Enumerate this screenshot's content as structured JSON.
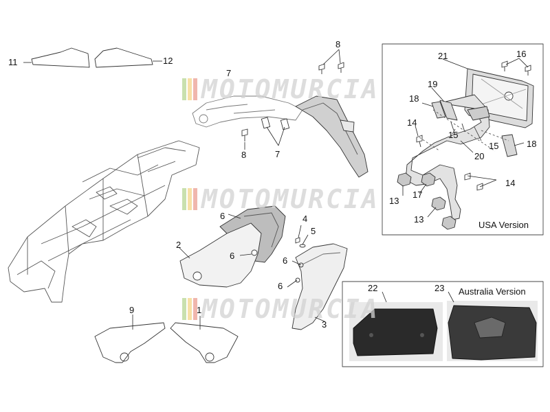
{
  "watermark": {
    "text": "MOTOMURCIA",
    "colors": [
      "#9dc66b",
      "#f0c75c",
      "#e37a6a"
    ]
  },
  "usa_box": {
    "title": "USA Version"
  },
  "australia_box": {
    "title": "Australia Version"
  },
  "labels": {
    "n1": "1",
    "n2": "2",
    "n3": "3",
    "n4": "4",
    "n5": "5",
    "n6": "6",
    "n7": "7",
    "n8": "8",
    "n9": "9",
    "n11": "11",
    "n12": "12",
    "n13": "13",
    "n14": "14",
    "n15": "15",
    "n16": "16",
    "n17": "17",
    "n18": "18",
    "n19": "19",
    "n20": "20",
    "n21": "21",
    "n22": "22",
    "n23": "23"
  }
}
